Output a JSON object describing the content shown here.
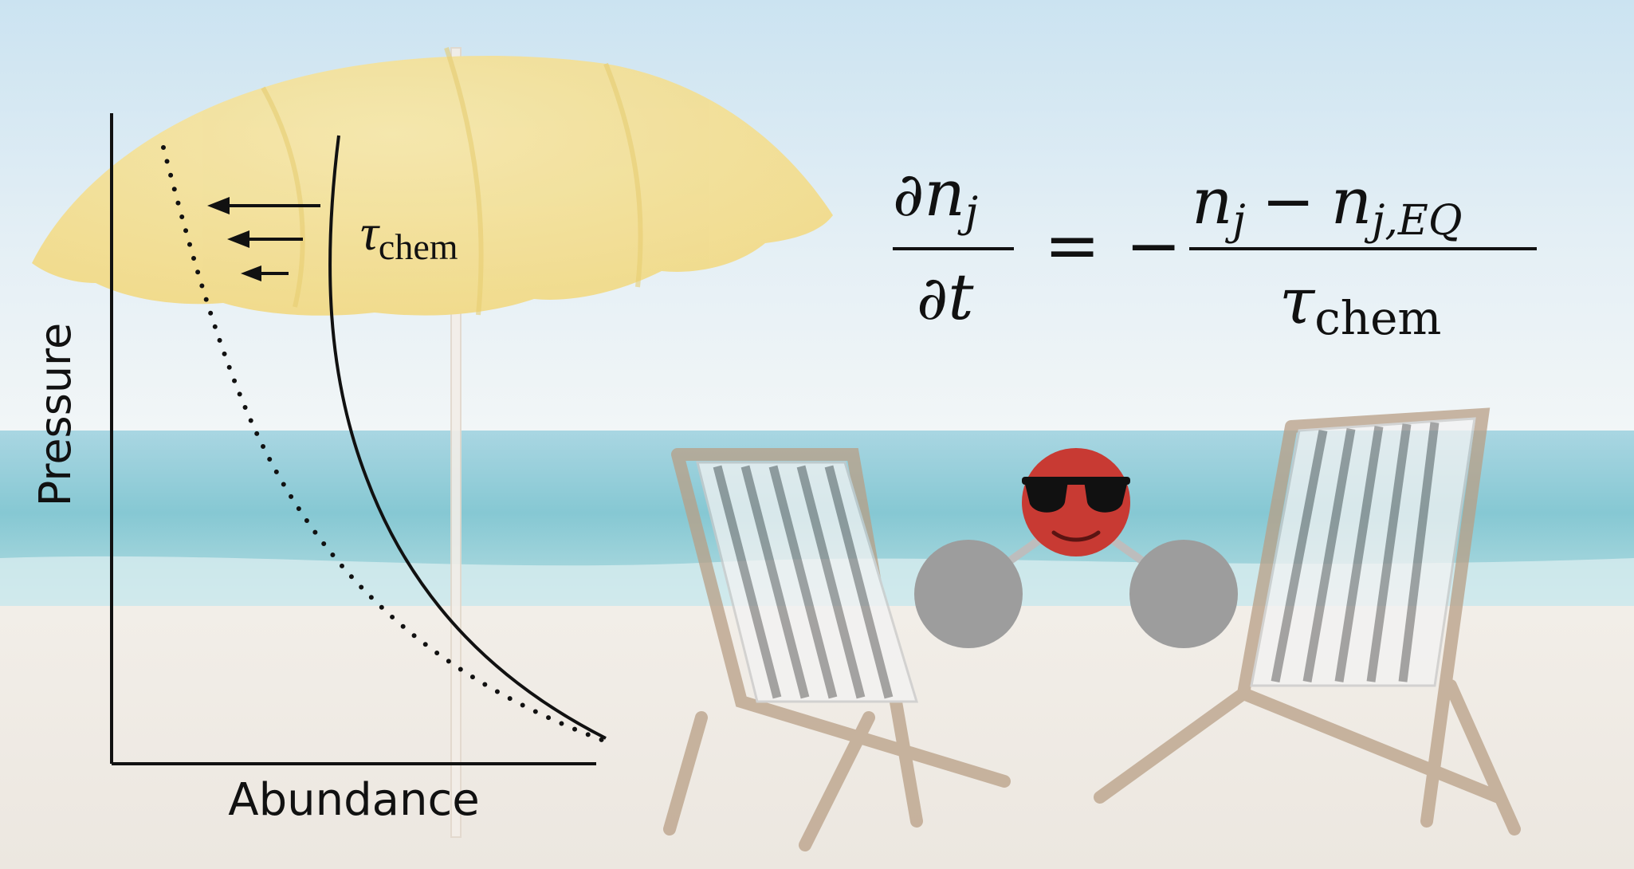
{
  "plot": {
    "x_axis_label": "Abundance",
    "y_axis_label": "Pressure",
    "arrow_count": 3
  },
  "timescale_label": {
    "symbol": "τ",
    "subscript": "chem"
  },
  "equation": {
    "lhs_num_partial": "∂",
    "lhs_num_var": "n",
    "lhs_num_sub": "j",
    "lhs_den_partial": "∂",
    "lhs_den_var": "t",
    "equals": "=",
    "minus_sign": "−",
    "rhs_num_var1": "n",
    "rhs_num_sub1": "j",
    "rhs_num_minus": "−",
    "rhs_num_var2": "n",
    "rhs_num_sub2": "j,EQ",
    "rhs_den_var": "τ",
    "rhs_den_sub": "chem"
  },
  "colors": {
    "sky_top": "#cfe6f2",
    "sky_bottom": "#eef4f6",
    "sea": "#7fc6d2",
    "sand": "#f1ede6",
    "umbrella": "#f4dc8a",
    "molecule_center": "#c83a33",
    "molecule_atoms": "#9a9a9a",
    "ink": "#111111"
  }
}
